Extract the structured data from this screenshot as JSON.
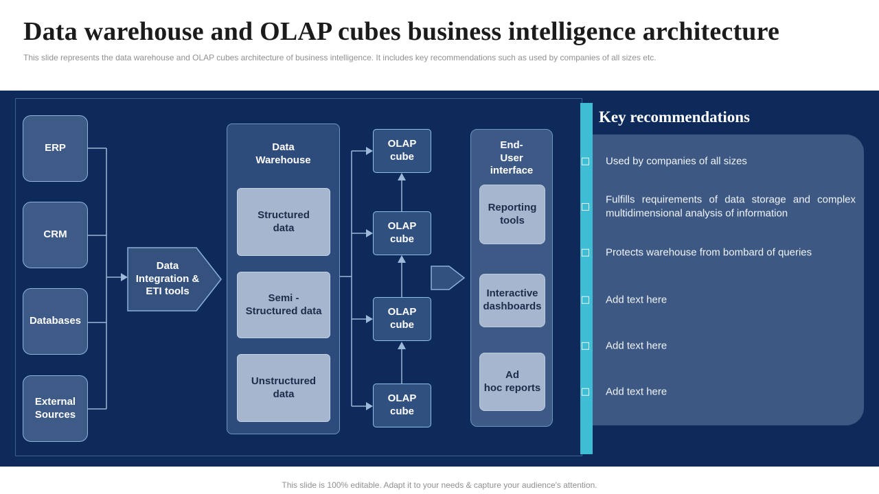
{
  "header": {
    "title": "Data warehouse and OLAP cubes business intelligence architecture",
    "subtitle": "This slide represents the data warehouse and OLAP cubes architecture of business intelligence. It includes key recommendations such as used by companies of all sizes etc."
  },
  "colors": {
    "navy_background": "#0d2a5a",
    "accent_cyan": "#3fbdd5",
    "panel_blue": "#3d5983",
    "light_box": "#a6b6cf",
    "node_blue": "#3e5a87"
  },
  "diagram": {
    "sources": [
      {
        "label": "ERP"
      },
      {
        "label": "CRM"
      },
      {
        "label": "Databases"
      },
      {
        "label": "External\nSources"
      }
    ],
    "integration": {
      "label": "Data\nIntegration &\nETI tools"
    },
    "warehouse": {
      "title": "Data\nWarehouse",
      "layers": [
        {
          "label": "Structured\ndata"
        },
        {
          "label": "Semi -\nStructured data"
        },
        {
          "label": "Unstructured\ndata"
        }
      ]
    },
    "olap_cubes": [
      {
        "label": "OLAP\ncube"
      },
      {
        "label": "OLAP\ncube"
      },
      {
        "label": "OLAP\ncube"
      },
      {
        "label": "OLAP\ncube"
      }
    ],
    "end_user": {
      "title": "End-\nUser\ninterface",
      "tools": [
        {
          "label": "Reporting\ntools"
        },
        {
          "label": "Interactive\ndashboards"
        },
        {
          "label": "Ad\nhoc reports"
        }
      ]
    }
  },
  "recommendations": {
    "heading": "Key recommendations",
    "items": [
      {
        "label": "Used by companies of all sizes"
      },
      {
        "label": "Fulfills requirements of data storage and complex multidimensional analysis of information"
      },
      {
        "label": "Protects warehouse from bombard of queries"
      },
      {
        "label": "Add text here"
      },
      {
        "label": "Add text here"
      },
      {
        "label": "Add text here"
      }
    ]
  },
  "footer": {
    "note": "This slide is 100% editable. Adapt it to your needs & capture your audience's attention."
  }
}
